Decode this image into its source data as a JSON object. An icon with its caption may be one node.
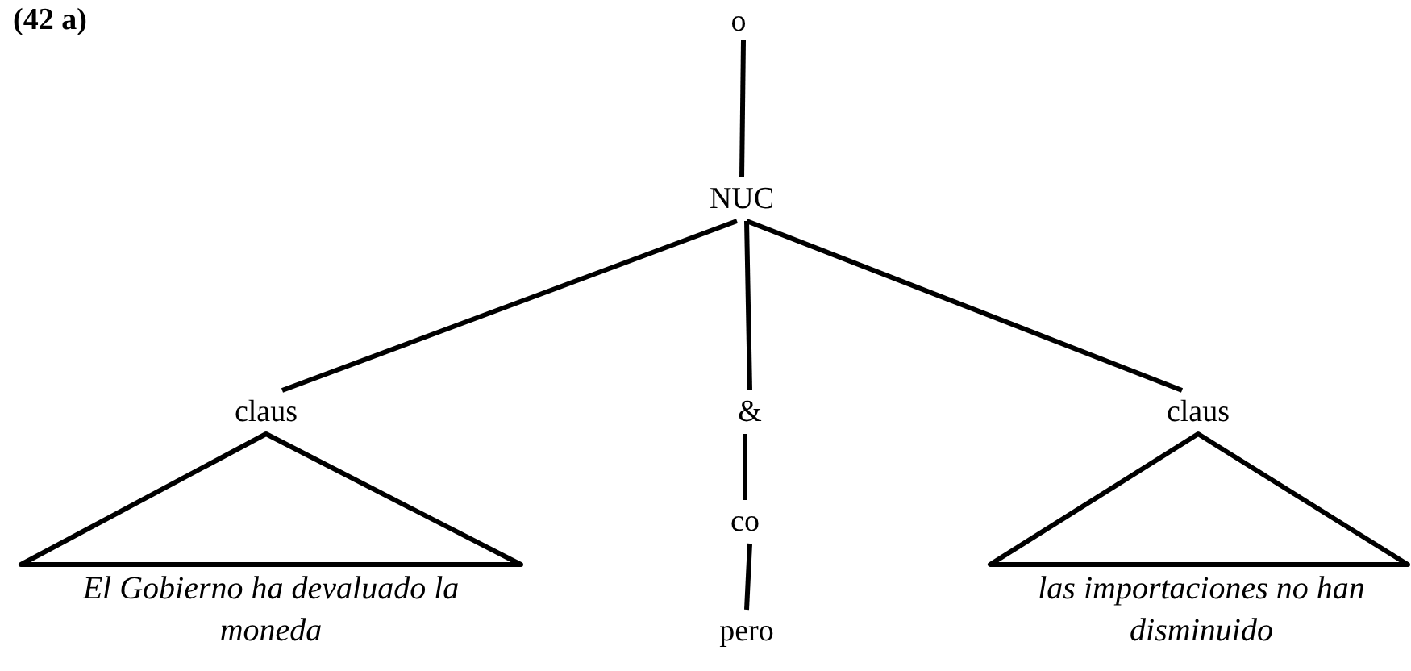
{
  "diagram": {
    "nodes": [
      {
        "text": [
          "o"
        ]
      },
      {
        "text": [
          "NUC"
        ]
      },
      {
        "text": [
          "claus"
        ]
      },
      {
        "text": [
          "&"
        ]
      },
      {
        "text": [
          "claus"
        ]
      },
      {
        "text": [
          "co"
        ]
      },
      {
        "text": [
          "pero"
        ]
      },
      {
        "text": [
          "El Gobierno ha devaluado la moneda"
        ]
      },
      {
        "text": [
          "las importaciones no han disminuido"
        ]
      }
    ],
    "edges": [
      {
        "from": 0,
        "to": 1,
        "arrow": "none"
      },
      {
        "from": 1,
        "to": 2,
        "arrow": "none"
      },
      {
        "from": 1,
        "to": 3,
        "arrow": "none"
      },
      {
        "from": 1,
        "to": 4,
        "arrow": "none"
      },
      {
        "from": 3,
        "to": 5,
        "arrow": "none"
      },
      {
        "from": 5,
        "to": 6,
        "arrow": "none"
      },
      {
        "from": 2,
        "to": 7,
        "arrow": "none"
      },
      {
        "from": 4,
        "to": 8,
        "arrow": "none"
      }
    ],
    "labels": [
      "(42 a)"
    ]
  }
}
